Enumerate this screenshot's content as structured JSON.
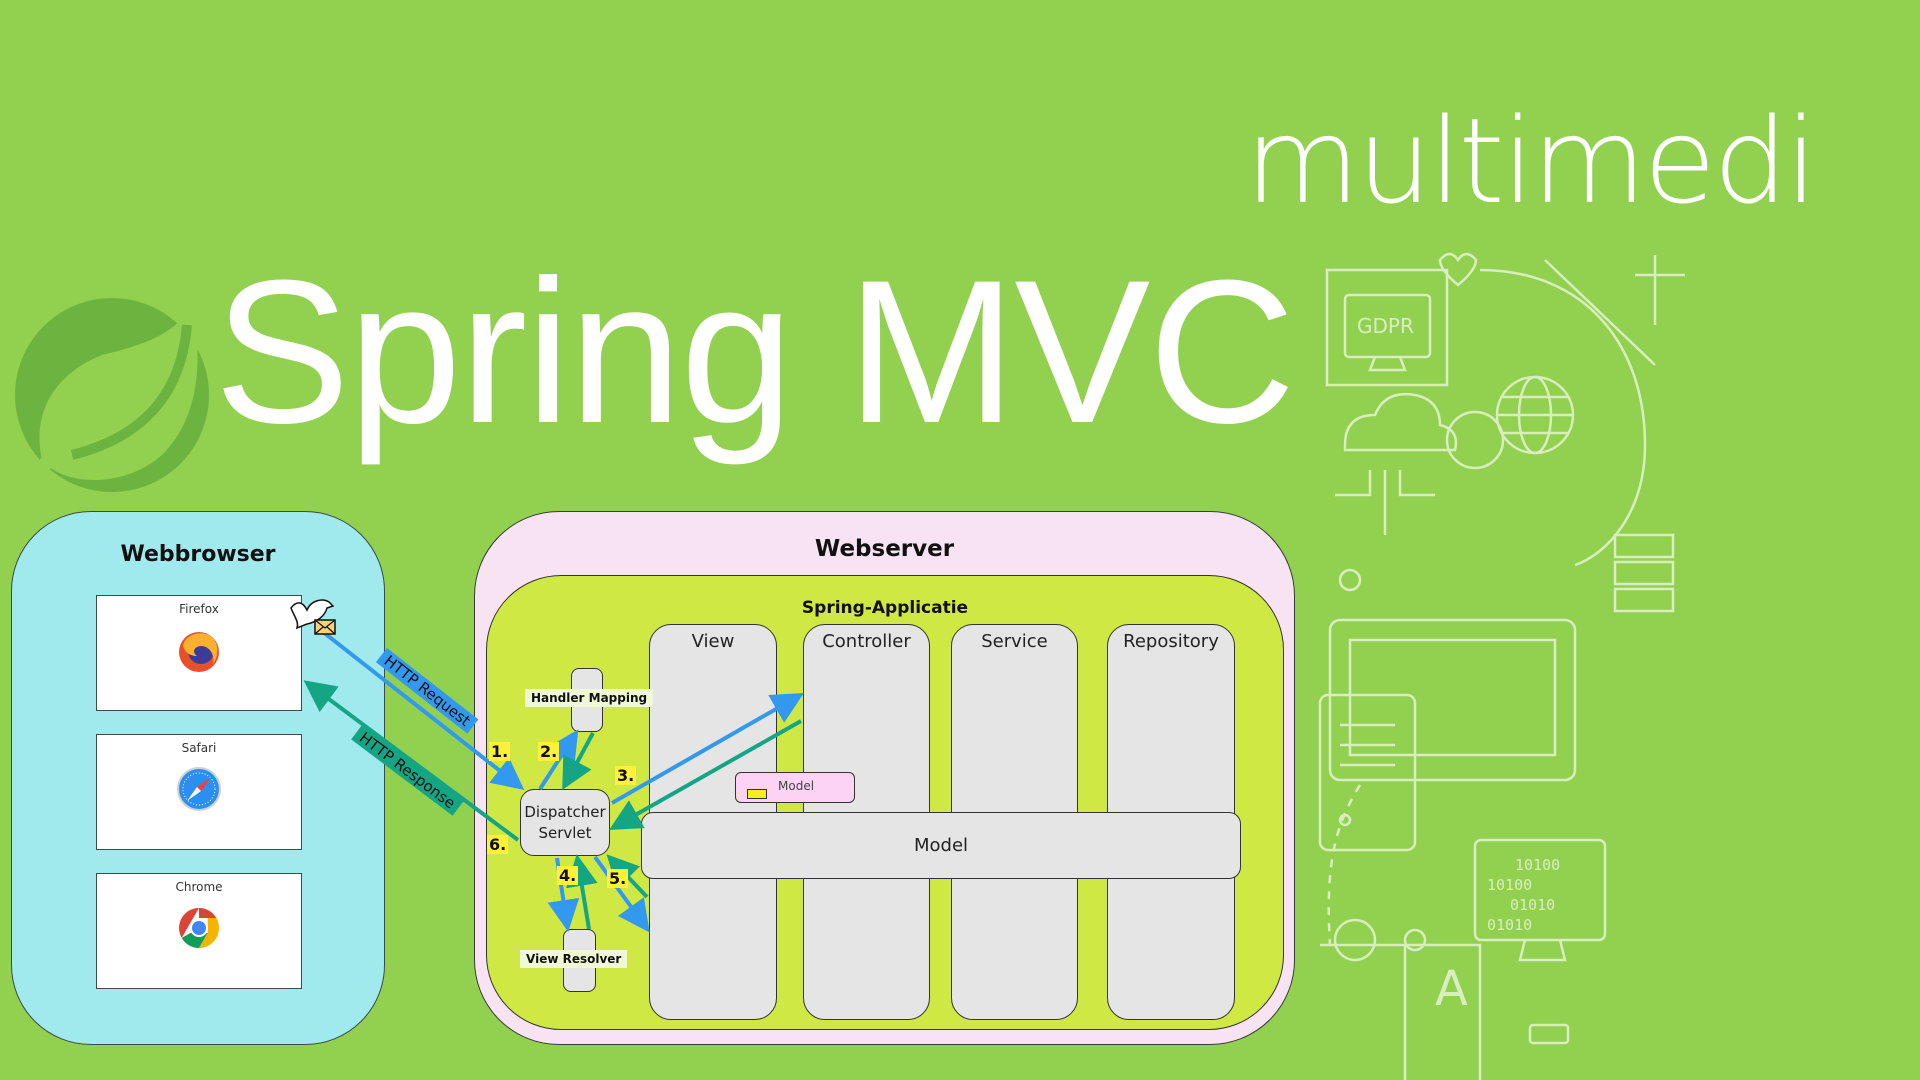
{
  "title": "Spring MVC",
  "brand": "multimedi",
  "colors": {
    "background": "#92d150",
    "webbrowser_fill": "#a0e9ed",
    "webserver_fill": "#f8e3f3",
    "spring_app_fill": "#cfe844",
    "request_arrow": "#3399ee",
    "response_arrow": "#14a585",
    "step_badge": "#fff13a"
  },
  "webbrowser": {
    "title": "Webbrowser",
    "browsers": [
      {
        "label": "Firefox",
        "icon": "firefox-icon"
      },
      {
        "label": "Safari",
        "icon": "safari-icon"
      },
      {
        "label": "Chrome",
        "icon": "chrome-icon"
      }
    ],
    "messenger_icon": "dove-with-envelope-icon"
  },
  "connections": {
    "request_label": "HTTP Request",
    "response_label": "HTTP Response"
  },
  "webserver": {
    "title": "Webserver",
    "spring_app": {
      "title": "Spring-Applicatie",
      "dispatcher": {
        "line1": "Dispatcher",
        "line2": "Servlet"
      },
      "handler_mapping": "Handler Mapping",
      "view_resolver": "View Resolver",
      "columns": [
        "View",
        "Controller",
        "Service",
        "Repository"
      ],
      "model_bar": "Model",
      "model_object": "Model",
      "steps": [
        "1.",
        "2.",
        "3.",
        "4.",
        "5.",
        "6."
      ]
    }
  },
  "decoration": {
    "gdpr_label": "GDPR",
    "binary_lines": [
      "10100",
      "10100",
      "01010",
      "01010"
    ]
  }
}
